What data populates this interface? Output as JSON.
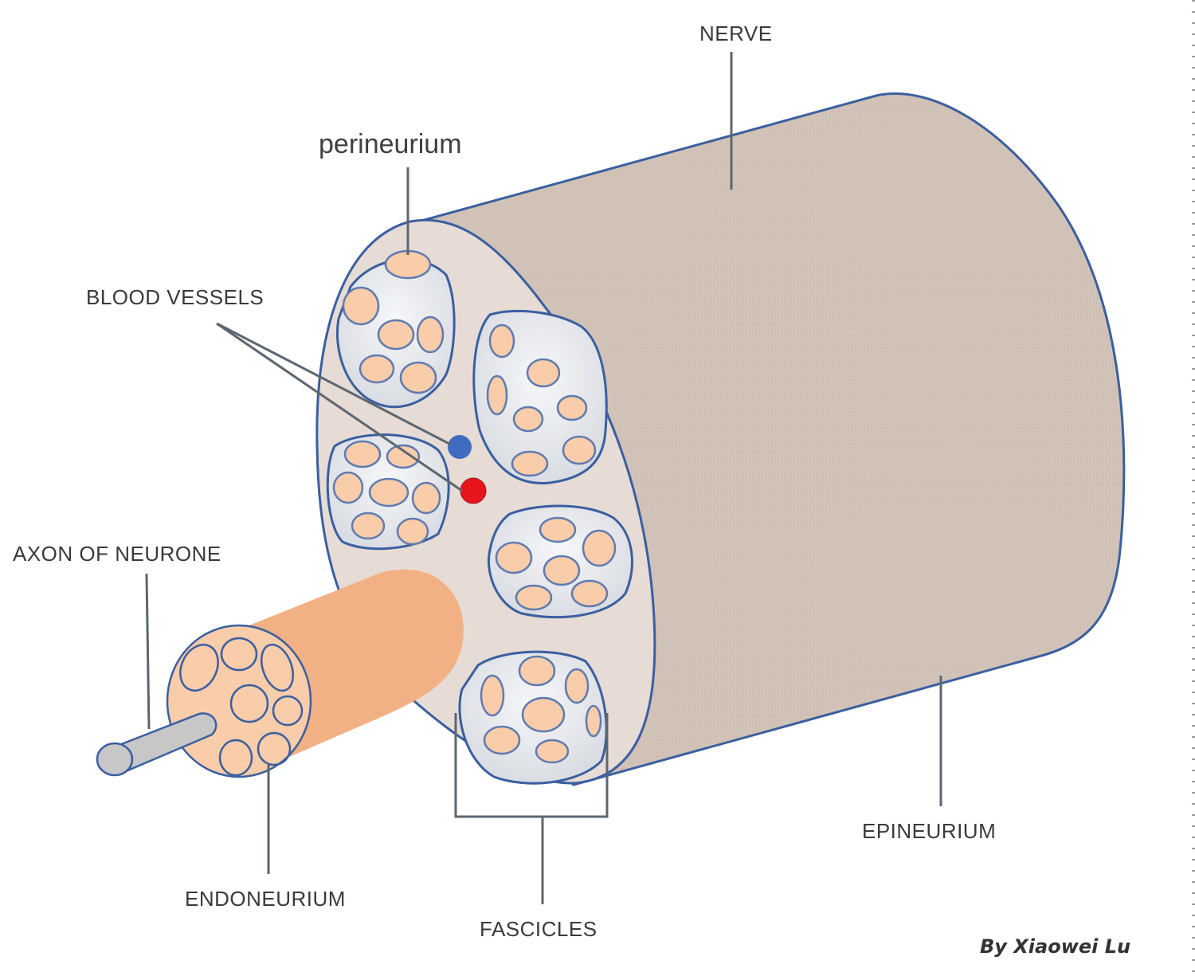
{
  "diagram": {
    "title": "Structure of a peripheral nerve",
    "labels": {
      "nerve": "NERVE",
      "perineurium": "perineurium",
      "blood_vessels": "BLOOD VESSELS",
      "axon": "AXON OF NEURONE",
      "endoneurium": "ENDONEURIUM",
      "fascicles": "FASCICLES",
      "epineurium": "EPINEURIUM"
    },
    "credit": "By Xiaowei Lu",
    "colors": {
      "epineurium_fill": "#d2c3b8",
      "face_fill": "#e6dcd5",
      "fascicle_fill": "#e4e6ea",
      "axon_fill": "#f9ccaa",
      "outline": "#3a5fa0",
      "endoneurium_sheath": "#f2b185",
      "axon_core": "#c7c7c7",
      "vein": "#3f6cc0",
      "artery": "#e8141c",
      "leader": "#5d6670"
    },
    "fascicle_count": 6,
    "blood_vessels": [
      "vein",
      "artery"
    ]
  }
}
